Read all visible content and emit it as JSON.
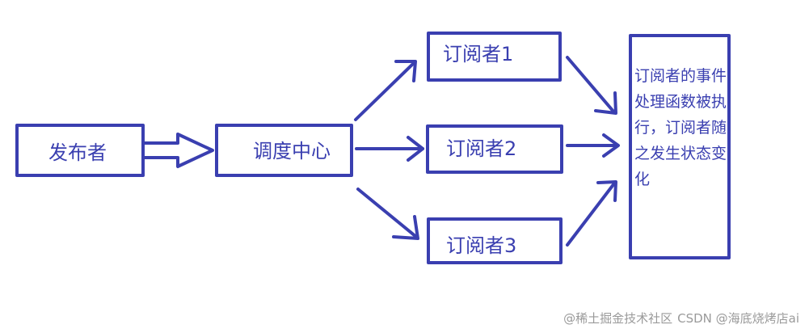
{
  "diagram": {
    "nodes": {
      "publisher": "发布者",
      "dispatch_center": "调度中心",
      "subscriber_1": "订阅者1",
      "subscriber_2": "订阅者2",
      "subscriber_3": "订阅者3",
      "result": "订阅者的事件处理函数被执行，订阅者随之发生状态变化"
    },
    "stroke_color": "#3a3fb0"
  },
  "watermark": {
    "line1": "@稀土掘金技术社区",
    "line2": "CSDN @海底烧烤店ai"
  }
}
